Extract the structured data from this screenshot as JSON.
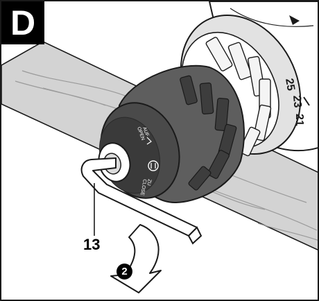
{
  "figure": {
    "panel_letter": "D",
    "callout_part_number": "13",
    "step_number": "2",
    "chuck_labels": {
      "open_top": "AUF",
      "open_bottom": "OPEN",
      "close_top": "ZU",
      "close_bottom": "CLOSE"
    },
    "torque_scale": [
      "25",
      "23",
      "21"
    ]
  },
  "colors": {
    "ink": "#1a1a1a",
    "chuck_dark": "#3d3d3d",
    "chuck_mid": "#5e5e5e",
    "collar_light": "#d6d6d6",
    "surface_grey": "#cfcfcf"
  }
}
